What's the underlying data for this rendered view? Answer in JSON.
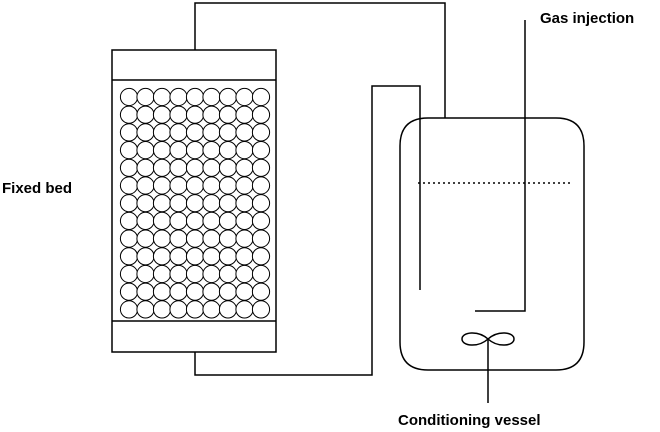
{
  "labels": {
    "fixed_bed": "Fixed bed",
    "gas_injection": "Gas injection",
    "conditioning_vessel": "Conditioning vessel"
  },
  "colors": {
    "stroke": "#000000",
    "fill": "#ffffff"
  }
}
